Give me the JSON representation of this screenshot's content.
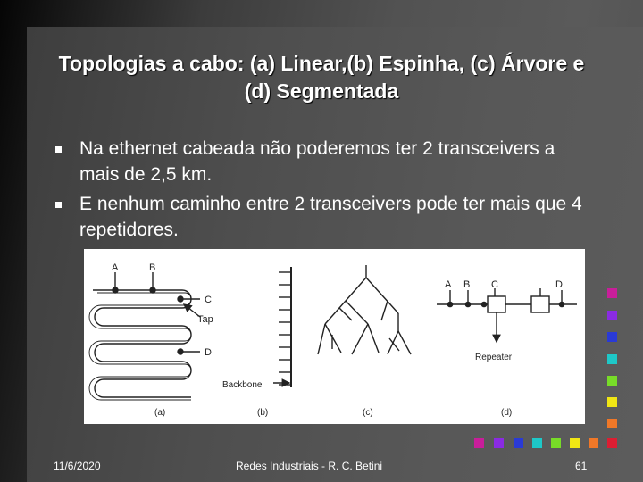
{
  "title": "Topologias a cabo: (a) Linear,(b) Espinha, (c) Árvore e (d) Segmentada",
  "bullets": [
    "Na ethernet cabeada não poderemos ter 2 transceivers a mais de 2,5 km.",
    "E nenhum caminho entre 2 transceivers pode ter mais que 4 repetidores."
  ],
  "figure": {
    "labels": {
      "a_node": "A",
      "b_node": "B",
      "c_node": "C",
      "d_node": "D",
      "tap": "Tap",
      "backbone": "Backbone",
      "repeater": "Repeater",
      "caption_a": "(a)",
      "caption_b": "(b)",
      "caption_c": "(c)",
      "caption_d": "(d)",
      "seg_a": "A",
      "seg_b": "B",
      "seg_c": "C",
      "seg_d": "D"
    }
  },
  "footer": {
    "date": "11/6/2020",
    "center": "Redes Industriais - R. C. Betini",
    "page": "61"
  },
  "decor_colors": [
    "#c81e9a",
    "#8a2be2",
    "#2a3ad6",
    "#1ec8c8",
    "#78dc28",
    "#f0e614",
    "#f07828",
    "#dc1e32"
  ]
}
